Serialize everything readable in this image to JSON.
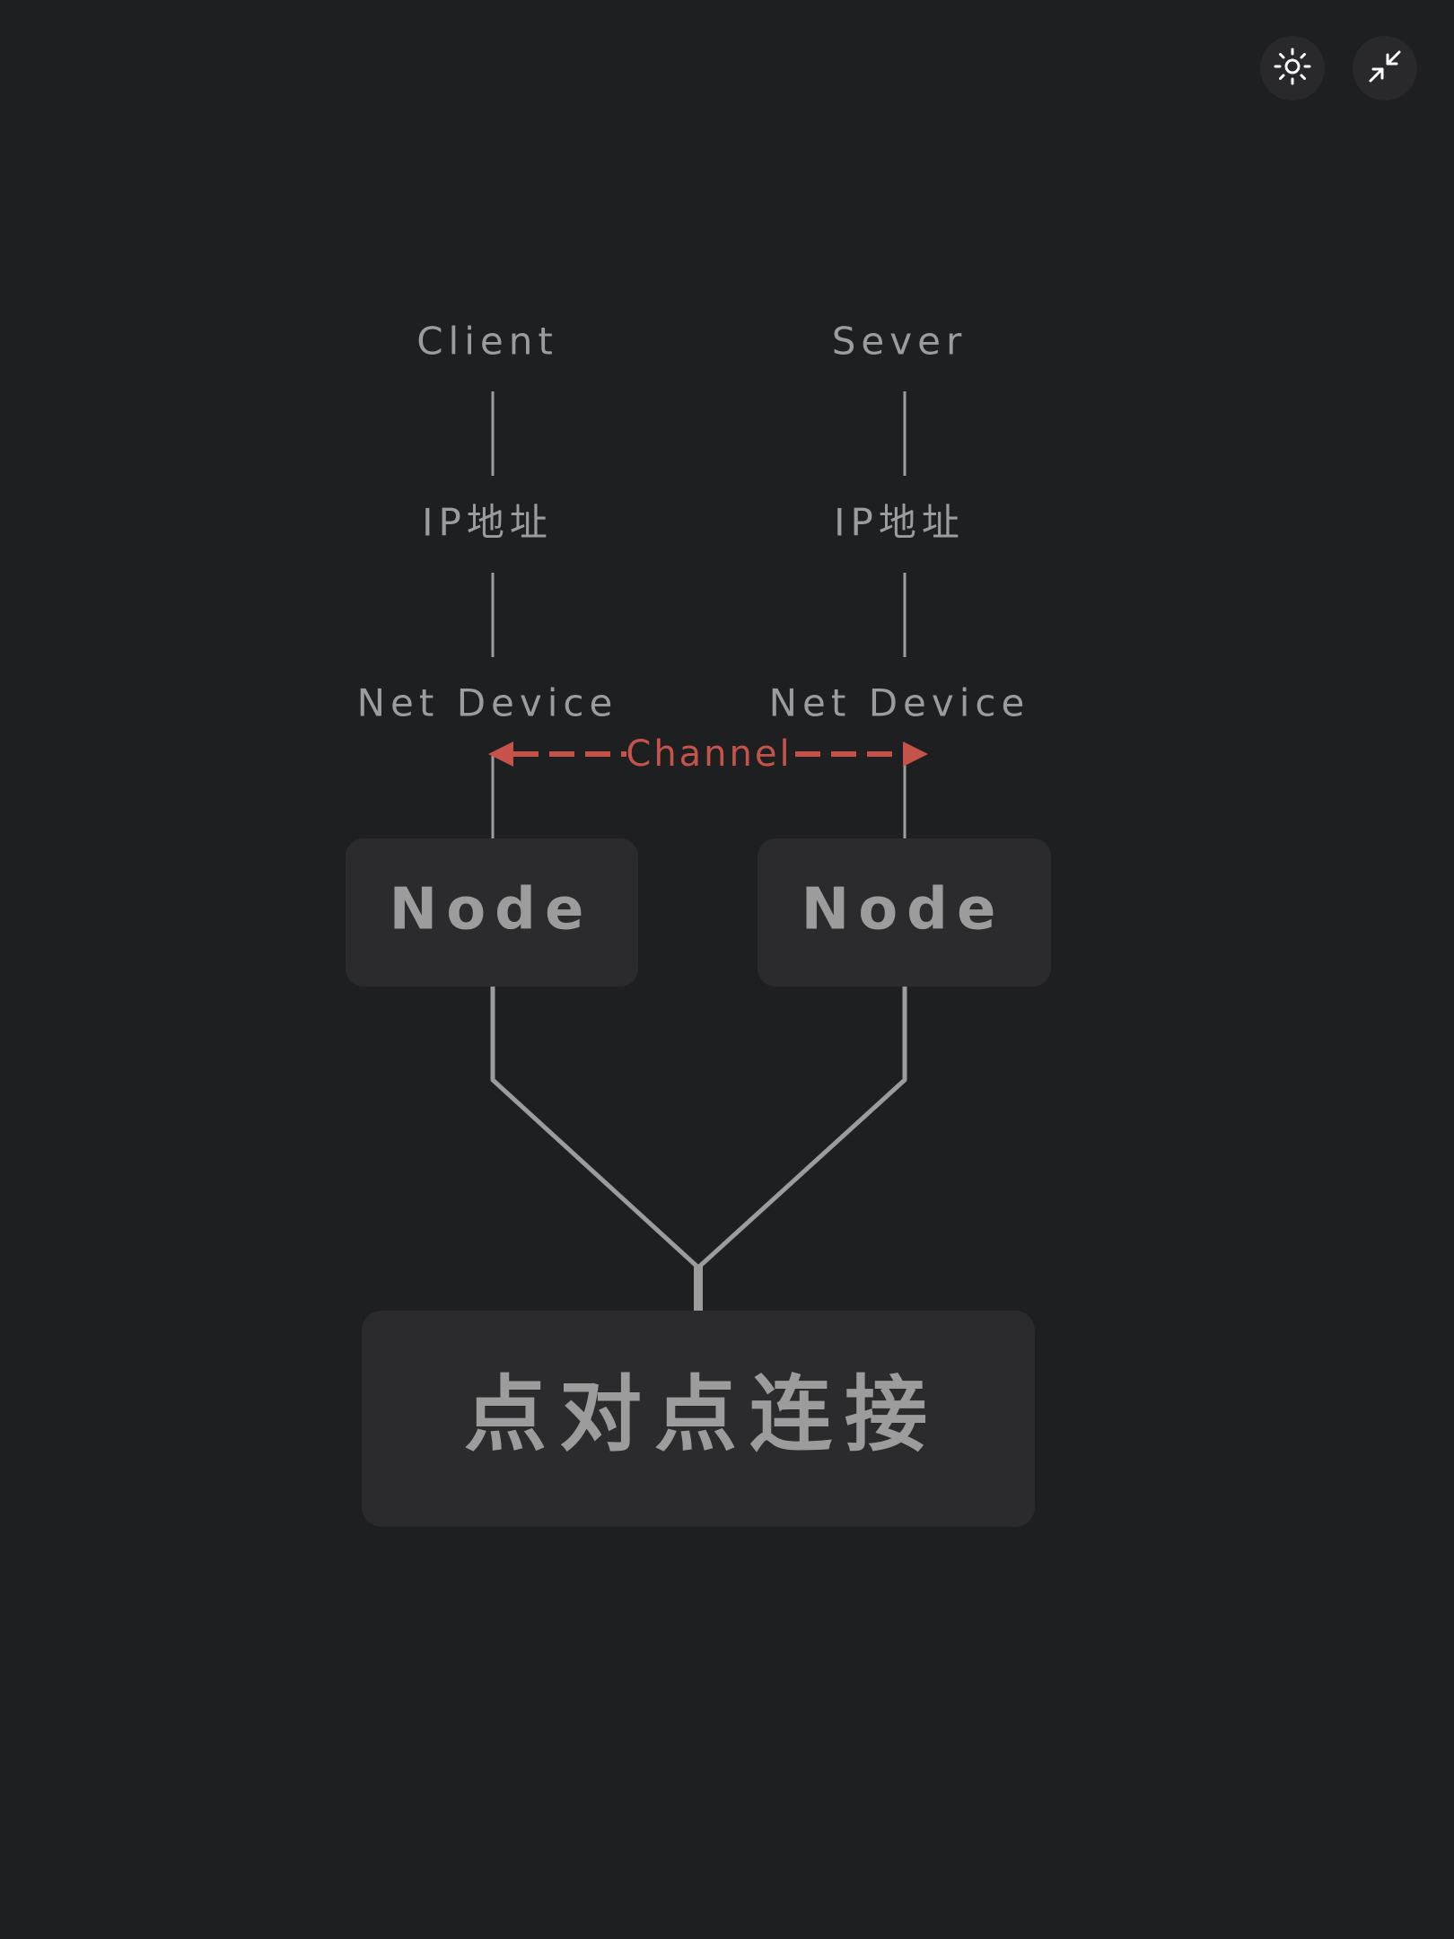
{
  "toolbar": {
    "theme_icon": "sun-icon",
    "collapse_icon": "collapse-arrows-icon"
  },
  "diagram": {
    "left_column": {
      "role": "Client",
      "ip": "IP地址",
      "device": "Net Device",
      "node": "Node"
    },
    "right_column": {
      "role": "Sever",
      "ip": "IP地址",
      "device": "Net Device",
      "node": "Node"
    },
    "channel": "Channel",
    "root": "点对点连接"
  },
  "colors": {
    "background": "#1e1f21",
    "box": "#2b2b2d",
    "text": "#9c9c9c",
    "line": "#9c9c9c",
    "channel": "#c6534a"
  }
}
